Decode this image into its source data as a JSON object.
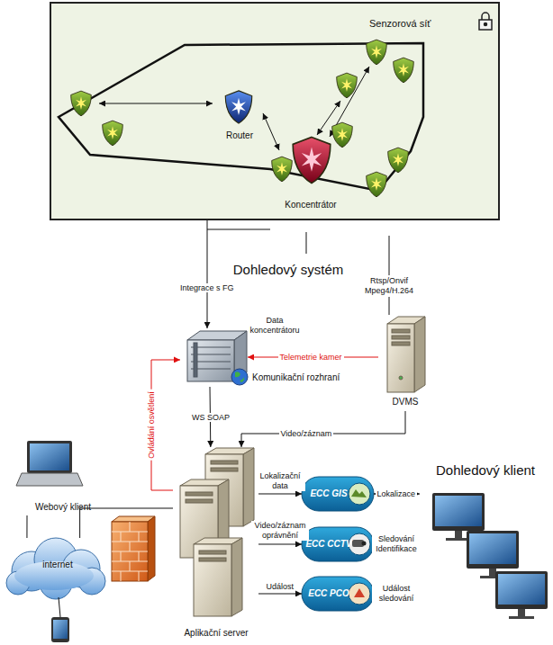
{
  "diagram": {
    "nodes": [
      {
        "text": [
          "Senzorová síť"
        ]
      },
      {
        "text": [
          "Router"
        ],
        "in": 0
      },
      {
        "text": [
          "Koncentrátor"
        ],
        "in": 0
      },
      {
        "text": [
          "Komunikační rozhraní"
        ]
      },
      {
        "text": [
          "DVMS"
        ]
      },
      {
        "text": [
          "Aplikační server"
        ]
      },
      {
        "text": [
          "ECC GIS"
        ]
      },
      {
        "text": [
          "ECC CCTV"
        ]
      },
      {
        "text": [
          "ECC PCO"
        ]
      },
      {
        "text": [
          "Dohledový klient"
        ]
      },
      {
        "text": [
          "Webový klient"
        ]
      },
      {
        "text": [
          "internet"
        ]
      }
    ],
    "edges": [
      {
        "from": 1,
        "to": 2,
        "arrow": "both"
      },
      {
        "from": 0,
        "to": 3,
        "label": "Integrace s FG",
        "arrow": "to"
      },
      {
        "from": 4,
        "to": 3,
        "label": "Telemetrie kamer",
        "arrow": "to"
      },
      {
        "from": 3,
        "to": 5,
        "label": "WS SOAP",
        "arrow": "to"
      },
      {
        "from": 5,
        "to": 3,
        "label": "Ovládání osvětlení",
        "arrow": "to"
      },
      {
        "from": 4,
        "to": 5,
        "label": "Video/záznam",
        "arrow": "to"
      },
      {
        "from": 5,
        "to": 6,
        "label": "Lokalizační data",
        "arrow": "to"
      },
      {
        "from": 6,
        "to": 9,
        "label": "Lokalizace",
        "arrow": "both"
      },
      {
        "from": 5,
        "to": 7,
        "label": "Video/záznam oprávnění",
        "arrow": "to"
      },
      {
        "from": 7,
        "to": 9,
        "label": "Sledování Identifikace",
        "arrow": "both"
      },
      {
        "from": 5,
        "to": 8,
        "label": "Událost",
        "arrow": "to"
      },
      {
        "from": 8,
        "to": 9,
        "label": "Událost sledování",
        "arrow": "both"
      },
      {
        "from": 10,
        "to": 11,
        "arrow": "none"
      },
      {
        "from": 11,
        "to": 5,
        "arrow": "none"
      }
    ],
    "labels": [
      "Dohledový systém",
      "Data koncentrátoru",
      "Rtsp/Onvif Mpeg4/H.264"
    ]
  }
}
